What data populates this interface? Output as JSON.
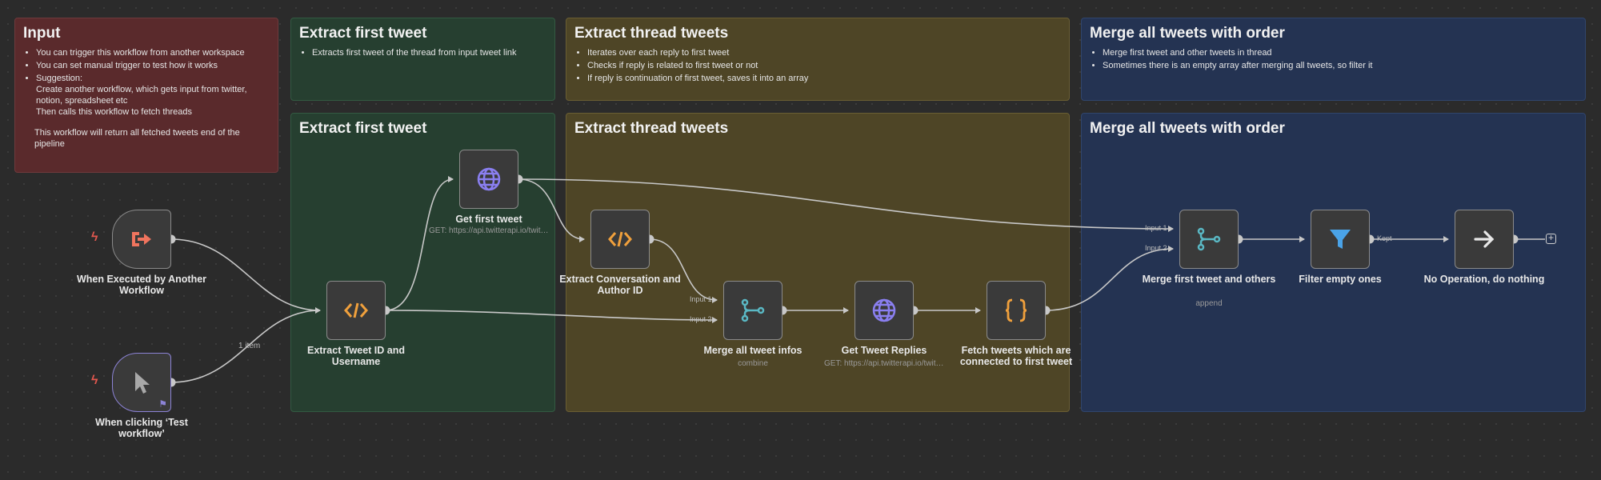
{
  "notes": {
    "input": {
      "title": "Input",
      "bullets": [
        "You can trigger this workflow from another workspace",
        "You can set manual trigger to test how it works",
        "Suggestion:\nCreate another workflow, which gets input from twitter, notion, spreadsheet etc\nThen calls this workflow to fetch threads"
      ],
      "footer": "This workflow will return all fetched tweets end of the pipeline"
    },
    "first_top": {
      "title": "Extract first tweet",
      "bullets": [
        "Extracts first tweet of the thread from input tweet link"
      ]
    },
    "thread_top": {
      "title": "Extract thread tweets",
      "bullets": [
        "Iterates over each reply to first tweet",
        "Checks if reply is related to first tweet or not",
        "If reply is continuation of first tweet, saves it into an array"
      ]
    },
    "merge_top": {
      "title": "Merge all tweets with order",
      "bullets": [
        "Merge first tweet and other tweets in thread",
        "Sometimes there is an empty array after merging all tweets, so filter it"
      ]
    },
    "first_section": {
      "title": "Extract first tweet"
    },
    "thread_section": {
      "title": "Extract thread tweets"
    },
    "merge_section": {
      "title": "Merge all tweets with order"
    }
  },
  "nodes": {
    "exec_trigger": {
      "label": "When Executed by Another Workflow",
      "icon": "sign-in-arrow-icon"
    },
    "manual_trigger": {
      "label": "When clicking ‘Test workflow’",
      "icon": "cursor-pointer-icon"
    },
    "extract_id": {
      "label": "Extract Tweet ID and Username",
      "icon": "code-icon"
    },
    "get_first": {
      "label": "Get first tweet",
      "subtitle": "GET: https://api.twitterapi.io/twitter/tweets",
      "icon": "globe-icon"
    },
    "extract_conv": {
      "label": "Extract Conversation and Author ID",
      "icon": "code-icon"
    },
    "merge_infos": {
      "label": "Merge all tweet infos",
      "subtitle": "combine",
      "icon": "merge-icon"
    },
    "get_replies": {
      "label": "Get Tweet Replies",
      "subtitle": "GET: https://api.twitterapi.io/twitter/tweet/replies",
      "icon": "globe-icon"
    },
    "fetch_connected": {
      "label": "Fetch tweets which are connected to first tweet",
      "icon": "braces-icon"
    },
    "merge_first": {
      "label": "Merge first tweet and others",
      "subtitle": "append",
      "icon": "merge-icon"
    },
    "filter": {
      "label": "Filter empty ones",
      "icon": "funnel-icon"
    },
    "noop": {
      "label": "No Operation, do nothing",
      "icon": "arrow-right-icon"
    }
  },
  "port_labels": {
    "merge_infos_in1": "Input 1",
    "merge_infos_in2": "Input 2",
    "merge_first_in1": "Input 1",
    "merge_first_in2": "Input 2",
    "filter_kept": "Kept"
  },
  "edge_labels": {
    "manual_to_extract": "1 item"
  },
  "colors": {
    "canvas": "#2b2b2b",
    "note_red": "#5a2a2c",
    "note_green": "#263f30",
    "note_yellow": "#4e4526",
    "note_blue": "#243352",
    "code_icon": "#f0a03c",
    "globe_icon": "#8a7ff0",
    "merge_icon": "#5ab8c4",
    "filter_icon": "#4aa3e8",
    "trigger_icon": "#f0745e",
    "braces_icon": "#f0a03c",
    "wire": "#c8c8c8"
  }
}
